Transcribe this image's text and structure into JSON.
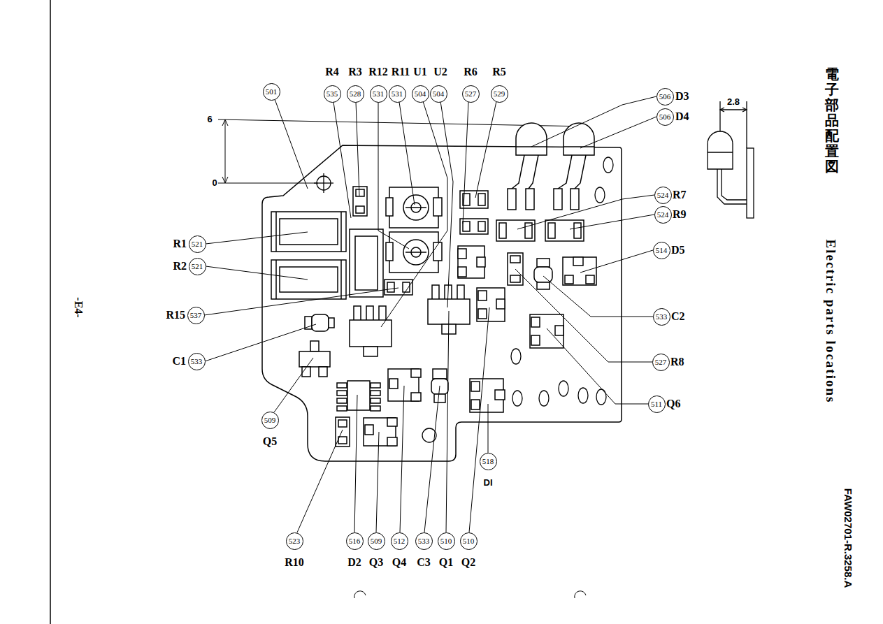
{
  "diagram": {
    "title": "電子部品配置図",
    "nodes": [
      {
        "text": [
          "501"
        ]
      },
      {
        "text": [
          "535"
        ]
      },
      {
        "text": [
          "528"
        ]
      },
      {
        "text": [
          "531"
        ]
      },
      {
        "text": [
          "531"
        ]
      },
      {
        "text": [
          "504"
        ]
      },
      {
        "text": [
          "504"
        ]
      },
      {
        "text": [
          "527"
        ]
      },
      {
        "text": [
          "529"
        ]
      },
      {
        "text": [
          "506"
        ]
      },
      {
        "text": [
          "506"
        ]
      },
      {
        "text": [
          "524"
        ]
      },
      {
        "text": [
          "524"
        ]
      },
      {
        "text": [
          "521"
        ]
      },
      {
        "text": [
          "521"
        ]
      },
      {
        "text": [
          "514"
        ]
      },
      {
        "text": [
          "537"
        ]
      },
      {
        "text": [
          "533"
        ]
      },
      {
        "text": [
          "533"
        ]
      },
      {
        "text": [
          "527"
        ]
      },
      {
        "text": [
          "511"
        ]
      },
      {
        "text": [
          "509"
        ]
      },
      {
        "text": [
          "518"
        ]
      },
      {
        "text": [
          "523"
        ]
      },
      {
        "text": [
          "516"
        ]
      },
      {
        "text": [
          "509"
        ]
      },
      {
        "text": [
          "512"
        ]
      },
      {
        "text": [
          "533"
        ]
      },
      {
        "text": [
          "510"
        ]
      },
      {
        "text": [
          "510"
        ]
      }
    ],
    "labels": [
      "R4",
      "R3",
      "R12",
      "R11",
      "U1",
      "U2",
      "R6",
      "R5",
      "D3",
      "D4",
      "2.8",
      "6",
      "0",
      "R7",
      "R9",
      "R1",
      "R2",
      "D5",
      "R15",
      "C2",
      "C1",
      "R8",
      "Q6",
      "Q5",
      "DI",
      "R10",
      "D2",
      "Q3",
      "Q4",
      "C3",
      "Q1",
      "Q2",
      "-E4-",
      "Electric parts locations",
      "FAW02701-R.3258.A"
    ]
  }
}
